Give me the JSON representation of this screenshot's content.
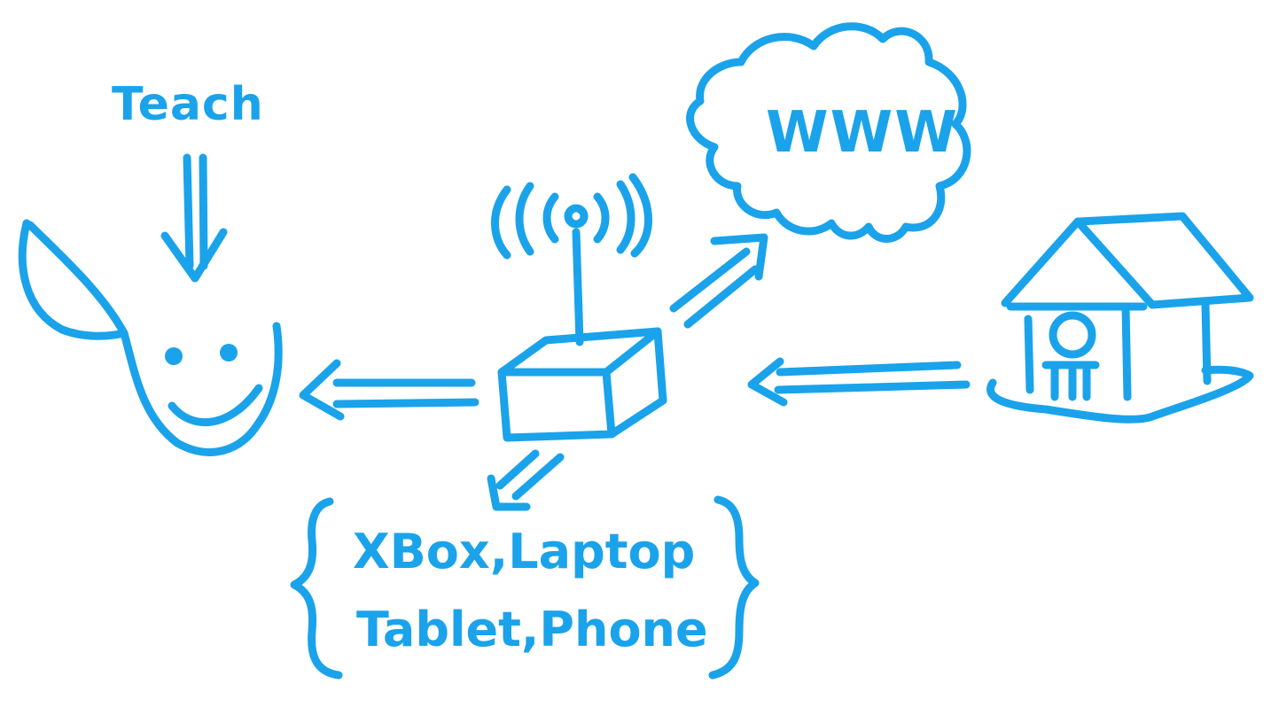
{
  "colors": {
    "ink": "#1aa3ea",
    "background": "#ffffff"
  },
  "labels": {
    "teach": "Teach",
    "www": "WWW",
    "devices_line1": "XBox,Laptop",
    "devices_line2": "Tablet,Phone"
  },
  "elements": {
    "child_face": "child-face-icon",
    "router": "wifi-router-icon",
    "cloud": "internet-cloud-icon",
    "house": "house-icon"
  }
}
